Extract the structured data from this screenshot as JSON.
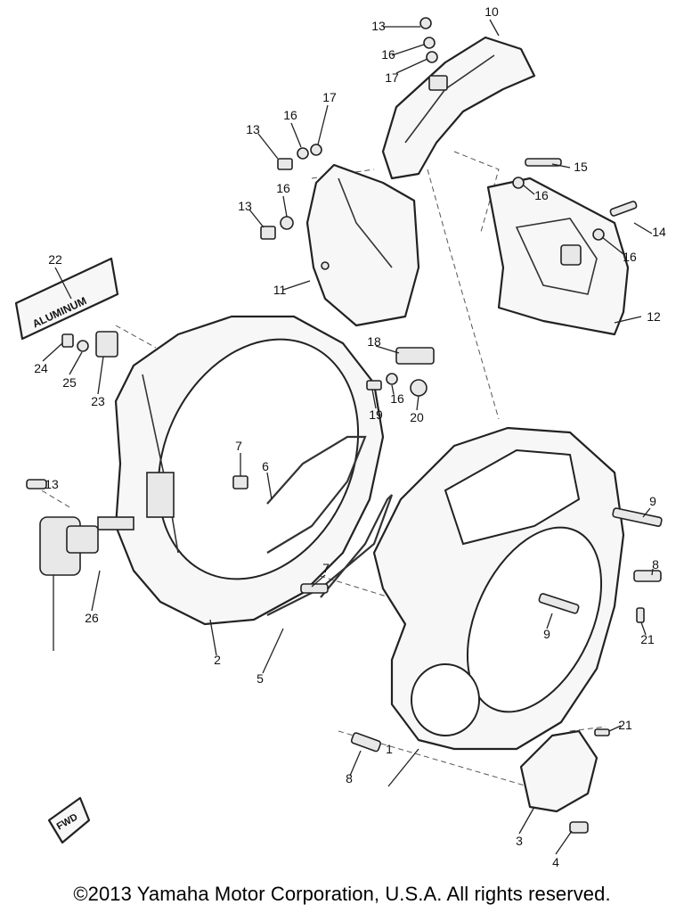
{
  "callouts": [
    "1",
    "2",
    "3",
    "4",
    "5",
    "6",
    "7",
    "7",
    "8",
    "8",
    "9",
    "9",
    "10",
    "11",
    "12",
    "13",
    "13",
    "13",
    "13",
    "14",
    "15",
    "16",
    "16",
    "16",
    "16",
    "16",
    "16",
    "17",
    "17",
    "18",
    "19",
    "20",
    "21",
    "21",
    "22",
    "23",
    "24",
    "25",
    "26"
  ],
  "fwd_badge": "FWD",
  "label_plate": "ALUMINUM",
  "copyright": "©2013 Yamaha Motor Corporation, U.S.A. All rights reserved."
}
